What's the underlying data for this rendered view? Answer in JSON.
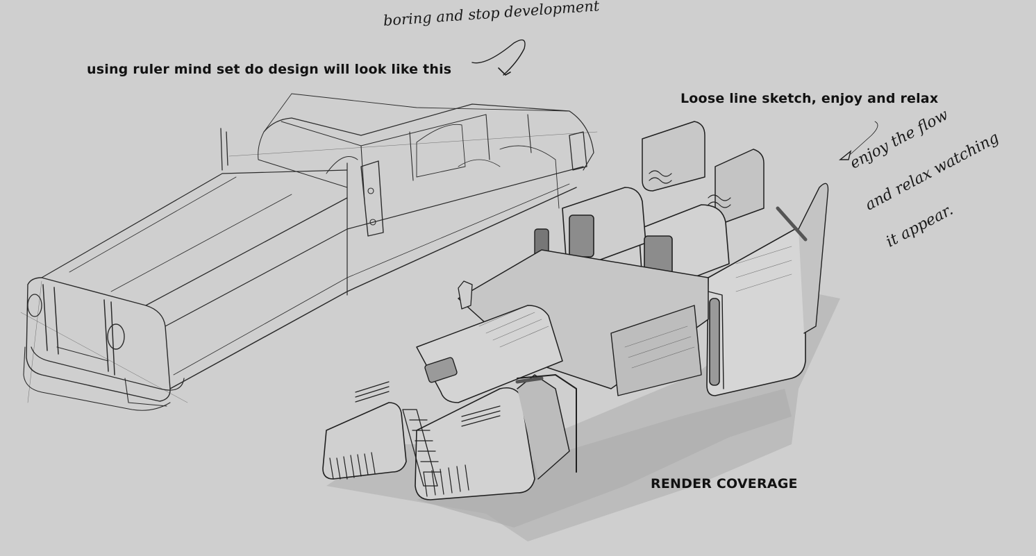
{
  "canvas": {
    "background_color": "#cfcfcf",
    "ink_color": "#1a1a1a",
    "shadow_color": "#b6b6b6"
  },
  "annotations": {
    "ruler_caption": "using ruler mind set do design will look like this",
    "ruler_handwritten_note": "boring and stop development",
    "loose_caption": "Loose line sketch, enjoy and relax",
    "loose_handwritten_note": {
      "line1": "enjoy the flow",
      "line2": "and relax watching",
      "line3": "it appear."
    },
    "render_caption": "RENDER COVERAGE"
  },
  "illustrations": [
    {
      "name": "ruler-style-car-sketch",
      "style": "stiff straight-line perspective sedan"
    },
    {
      "name": "loose-sketch-vehicle",
      "style": "loose line heavy vehicle with gray render coverage and cast shadow"
    }
  ]
}
